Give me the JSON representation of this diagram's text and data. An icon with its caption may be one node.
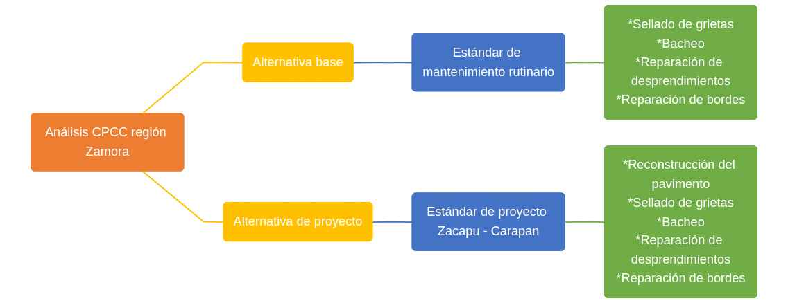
{
  "diagram": {
    "nodes": [
      {
        "text": [
          "Análisis CPCC región Zamora"
        ]
      },
      {
        "text": [
          "Alternativa base"
        ]
      },
      {
        "text": [
          "Alternativa de proyecto"
        ]
      },
      {
        "text": [
          "Estándar de mantenimiento rutinario"
        ]
      },
      {
        "text": [
          "Estándar de proyecto Zacapu - Carapan"
        ]
      },
      {
        "text": [
          "*Sellado de grietas",
          "*Bacheo",
          "*Reparación de desprendimientos",
          "*Reparación de bordes"
        ]
      },
      {
        "text": [
          "*Reconstrucción del pavimento",
          "*Sellado de grietas",
          "*Bacheo",
          "*Reparación de desprendimientos",
          "*Reparación de bordes"
        ]
      }
    ],
    "edges": [
      {
        "from": 0,
        "to": 1,
        "arrow": "none",
        "color": "#ffc000"
      },
      {
        "from": 0,
        "to": 2,
        "arrow": "none",
        "color": "#ffc000"
      },
      {
        "from": 1,
        "to": 3,
        "arrow": "none",
        "color": "#4472c4"
      },
      {
        "from": 3,
        "to": 5,
        "arrow": "none",
        "color": "#70ad47"
      },
      {
        "from": 2,
        "to": 4,
        "arrow": "none",
        "color": "#4472c4"
      },
      {
        "from": 4,
        "to": 6,
        "arrow": "none",
        "color": "#70ad47"
      }
    ]
  }
}
